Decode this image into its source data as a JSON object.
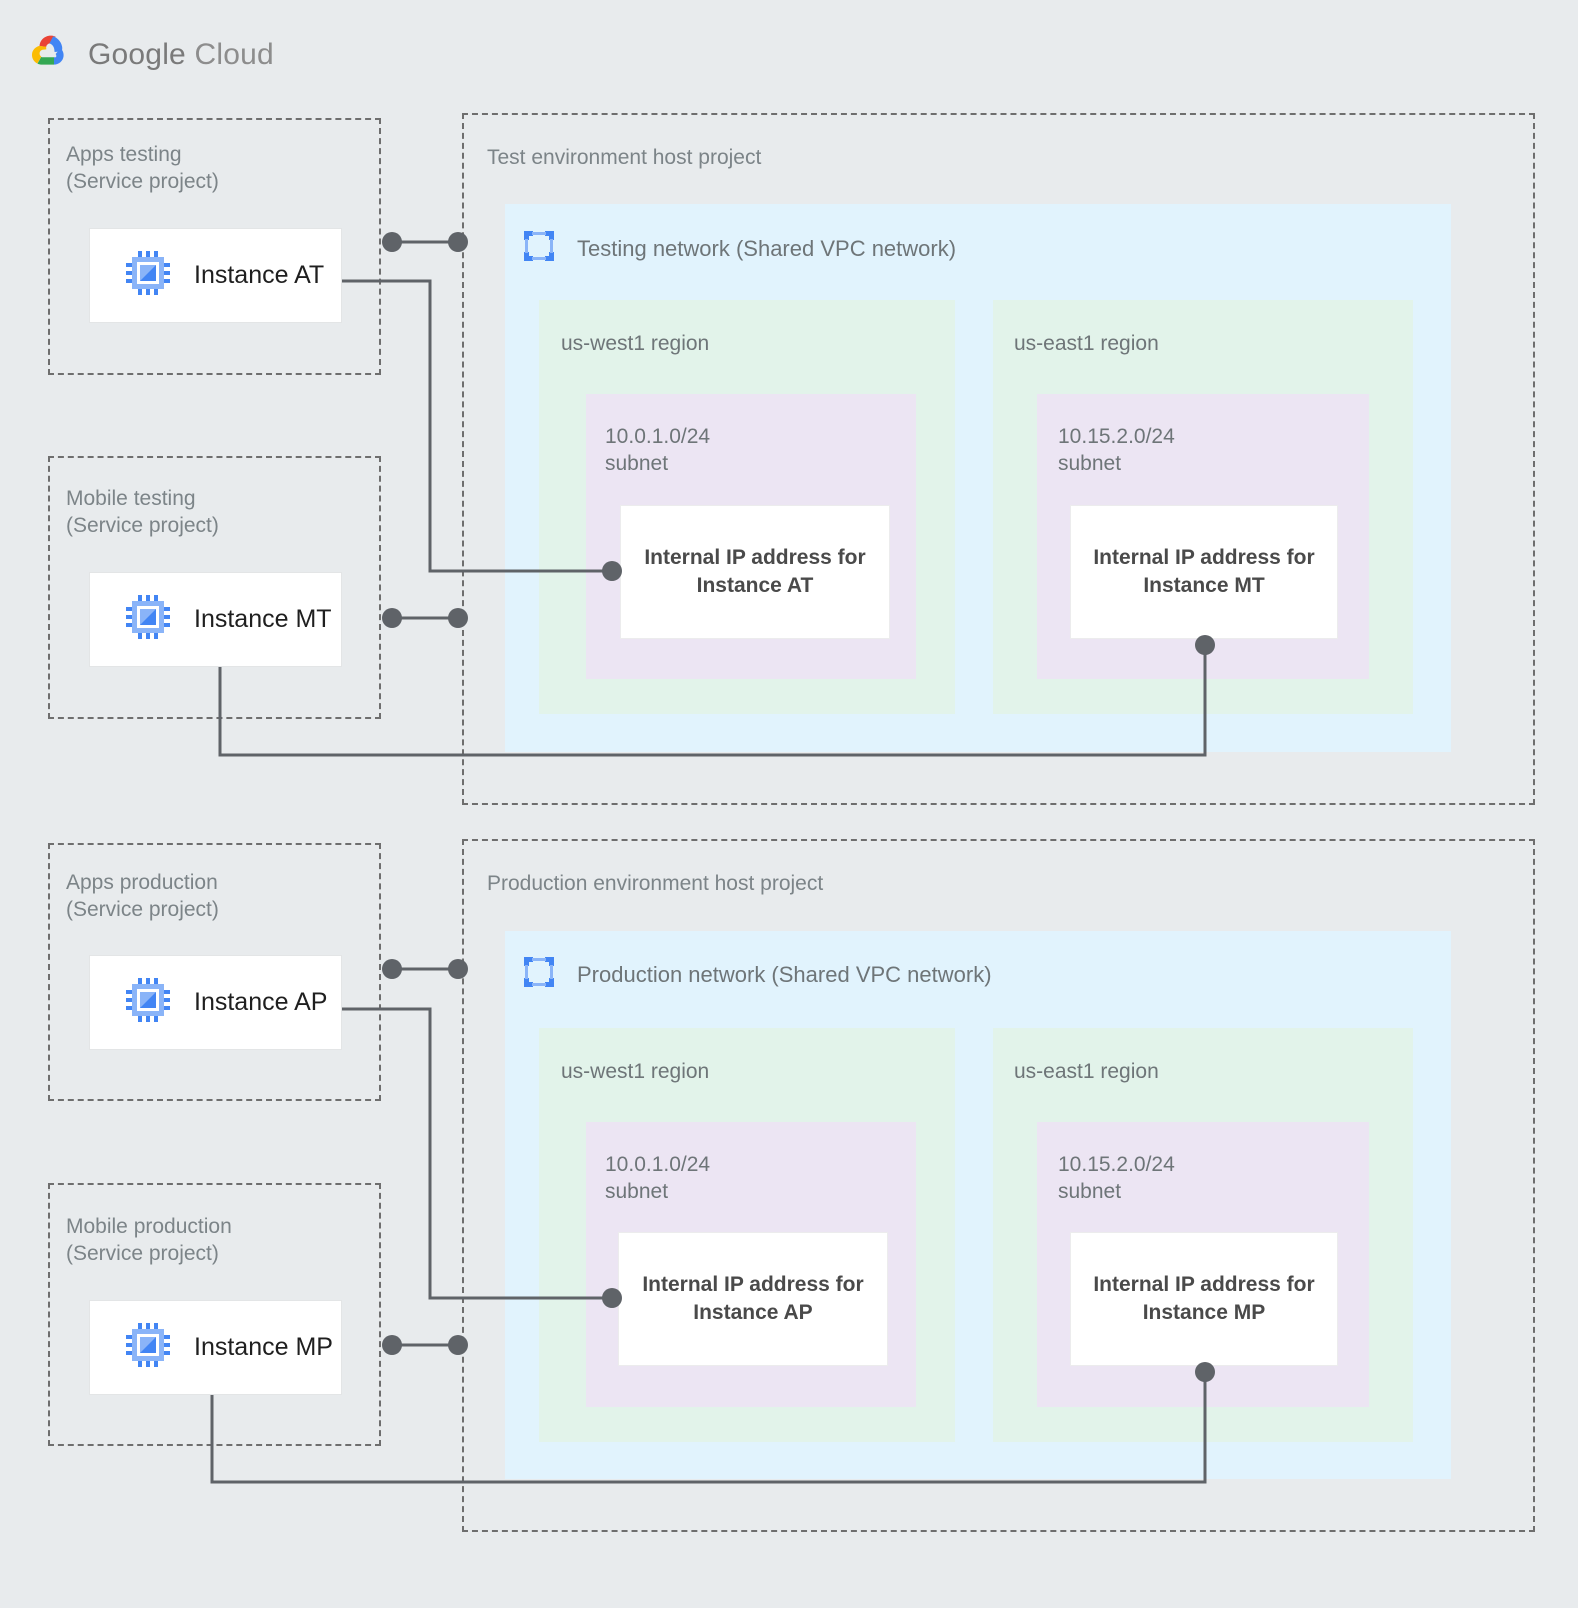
{
  "brand": {
    "name_part1": "Google",
    "name_part2": "Cloud",
    "logo_icon": "google-cloud-logo-icon",
    "colors": {
      "red": "#EA4335",
      "yellow": "#FBBC04",
      "green": "#34A853",
      "blue": "#4285F4",
      "text": "#7a7a7a"
    }
  },
  "palette": {
    "page_background": "#e8ebed",
    "dashed_border": "#6e6e6e",
    "network_fill": "#e1f3fd",
    "region_fill": "#e2f3ea",
    "subnet_fill": "#ece5f3",
    "card_fill": "#ffffff",
    "connector": "#5f6368",
    "label_text": "#6e7578",
    "instance_text": "#1f1f1f",
    "ip_text": "#4a4a4a",
    "chip_icon_blue": "#4285f4",
    "chip_icon_light": "#8ab4f8"
  },
  "service_projects": [
    {
      "id": "apps-testing",
      "label": "Apps testing\n(Service project)",
      "instance": {
        "name": "Instance AT",
        "icon": "compute-instance-chip-icon"
      }
    },
    {
      "id": "mobile-testing",
      "label": "Mobile testing\n(Service project)",
      "instance": {
        "name": "Instance MT",
        "icon": "compute-instance-chip-icon"
      }
    },
    {
      "id": "apps-production",
      "label": "Apps production\n(Service project)",
      "instance": {
        "name": "Instance AP",
        "icon": "compute-instance-chip-icon"
      }
    },
    {
      "id": "mobile-production",
      "label": "Mobile production\n(Service project)",
      "instance": {
        "name": "Instance MP",
        "icon": "compute-instance-chip-icon"
      }
    }
  ],
  "host_projects": [
    {
      "id": "test-environment",
      "label": "Test environment host project",
      "network": {
        "title": "Testing network (Shared VPC network)",
        "icon": "vpc-network-icon",
        "regions": [
          {
            "id": "test-us-west1",
            "label": "us-west1 region",
            "subnet": {
              "cidr_label": "10.0.1.0/24\nsubnet",
              "ip_card": "Internal IP address for\nInstance AT"
            }
          },
          {
            "id": "test-us-east1",
            "label": "us-east1 region",
            "subnet": {
              "cidr_label": "10.15.2.0/24\nsubnet",
              "ip_card": "Internal IP address for\nInstance MT"
            }
          }
        ]
      }
    },
    {
      "id": "production-environment",
      "label": "Production environment host project",
      "network": {
        "title": "Production network (Shared VPC network)",
        "icon": "vpc-network-icon",
        "regions": [
          {
            "id": "prod-us-west1",
            "label": "us-west1 region",
            "subnet": {
              "cidr_label": "10.0.1.0/24\nsubnet",
              "ip_card": "Internal IP address for\nInstance AP"
            }
          },
          {
            "id": "prod-us-east1",
            "label": "us-east1 region",
            "subnet": {
              "cidr_label": "10.15.2.0/24\nsubnet",
              "ip_card": "Internal IP address for\nInstance MP"
            }
          }
        ]
      }
    }
  ],
  "connections": [
    {
      "id": "at-attachment",
      "from": "apps-testing",
      "to": "test-environment",
      "type": "project-attachment"
    },
    {
      "id": "mt-attachment",
      "from": "mobile-testing",
      "to": "test-environment",
      "type": "project-attachment"
    },
    {
      "id": "ap-attachment",
      "from": "apps-production",
      "to": "production-environment",
      "type": "project-attachment"
    },
    {
      "id": "mp-attachment",
      "from": "mobile-production",
      "to": "production-environment",
      "type": "project-attachment"
    },
    {
      "id": "at-to-ip",
      "from": "Instance AT",
      "to": "Internal IP address for Instance AT",
      "type": "ip-link"
    },
    {
      "id": "mt-to-ip",
      "from": "Instance MT",
      "to": "Internal IP address for Instance MT",
      "type": "ip-link"
    },
    {
      "id": "ap-to-ip",
      "from": "Instance AP",
      "to": "Internal IP address for Instance AP",
      "type": "ip-link"
    },
    {
      "id": "mp-to-ip",
      "from": "Instance MP",
      "to": "Internal IP address for Instance MP",
      "type": "ip-link"
    }
  ]
}
